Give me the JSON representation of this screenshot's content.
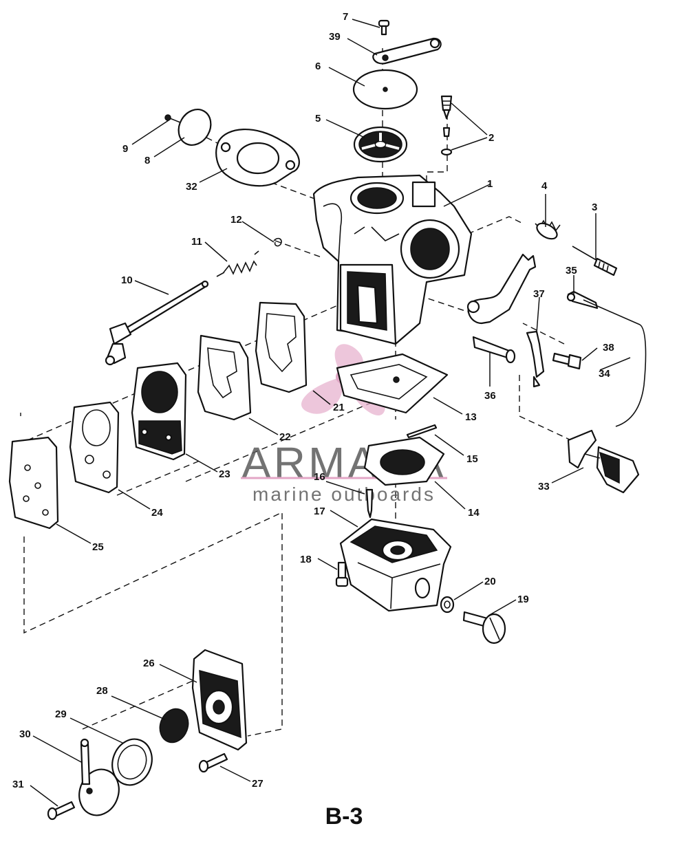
{
  "figure_label": "B-3",
  "watermark": {
    "brand": "ARMADA",
    "tagline": "marine outboards",
    "logo_color": "#e3a6c6",
    "text_color": "#5b5b5b"
  },
  "callouts": [
    "1",
    "2",
    "3",
    "4",
    "5",
    "6",
    "7",
    "8",
    "9",
    "10",
    "11",
    "12",
    "13",
    "14",
    "15",
    "16",
    "17",
    "18",
    "19",
    "20",
    "21",
    "22",
    "23",
    "24",
    "25",
    "26",
    "27",
    "28",
    "29",
    "30",
    "31",
    "32",
    "33",
    "34",
    "35",
    "36",
    "37",
    "38",
    "39"
  ]
}
